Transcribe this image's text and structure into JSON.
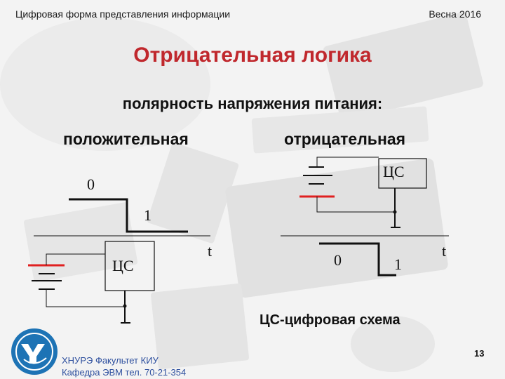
{
  "header": {
    "left": "Цифровая форма представления информации",
    "right": "Весна 2016"
  },
  "title": "Отрицательная логика",
  "subtitle": "полярность напряжения питания:",
  "left_diagram": {
    "heading": "положительная",
    "level_0": "0",
    "level_1": "1",
    "block": "ЦС",
    "axis": "t"
  },
  "right_diagram": {
    "heading": "отрицательная",
    "block": "ЦС",
    "level_0": "0",
    "level_1": "1",
    "axis": "t"
  },
  "caption": "ЦС-цифровая схема",
  "footer": {
    "line1": "ХНУРЭ Факультет КИУ",
    "line2": "Кафедра ЭВМ   тел. 70-21-354"
  },
  "page_number": "13",
  "colors": {
    "title": "#c0282d",
    "battery_red": "#e02020",
    "footer_text": "#2d4f9e",
    "logo": "#1d73b5"
  },
  "icons": [
    "battery-icon",
    "university-logo-icon"
  ]
}
